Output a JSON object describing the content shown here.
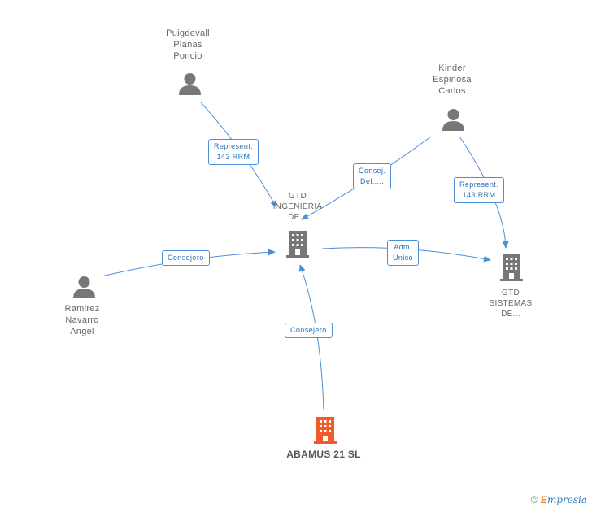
{
  "nodes": {
    "puigdevall": {
      "lines": [
        "Puigdevall",
        "Planas",
        "Poncio"
      ],
      "type": "person"
    },
    "kinder": {
      "lines": [
        "Kinder",
        "Espinosa",
        "Carlos"
      ],
      "type": "person"
    },
    "ramirez": {
      "lines": [
        "Ramirez",
        "Navarro",
        "Angel"
      ],
      "type": "person"
    },
    "gtd_ingenieria": {
      "lines": [
        "GTD",
        "INGENIERIA",
        "DE..."
      ],
      "type": "company"
    },
    "gtd_sistemas": {
      "lines": [
        "GTD",
        "SISTEMAS",
        "DE..."
      ],
      "type": "company"
    },
    "abamus": {
      "lines": [
        "ABAMUS 21 SL"
      ],
      "type": "company-highlight"
    }
  },
  "edges": {
    "puig_to_ing": {
      "lines": [
        "Represent.",
        "143 RRM"
      ]
    },
    "kinder_to_ing": {
      "lines": [
        "Consej.",
        "Del.,..."
      ]
    },
    "kinder_to_sis": {
      "lines": [
        "Represent.",
        "143 RRM"
      ]
    },
    "ramirez_to_ing": {
      "lines": [
        "Consejero"
      ]
    },
    "ing_to_sis": {
      "lines": [
        "Adm.",
        "Unico"
      ]
    },
    "abamus_to_ing": {
      "lines": [
        "Consejero"
      ]
    }
  },
  "colors": {
    "edge": "#4a90d9",
    "person_icon": "#777777",
    "company_icon": "#777777",
    "highlight_icon": "#f25a28"
  },
  "footer": {
    "copyright": "©",
    "brand_first": "E",
    "brand_rest": "mpresia"
  }
}
